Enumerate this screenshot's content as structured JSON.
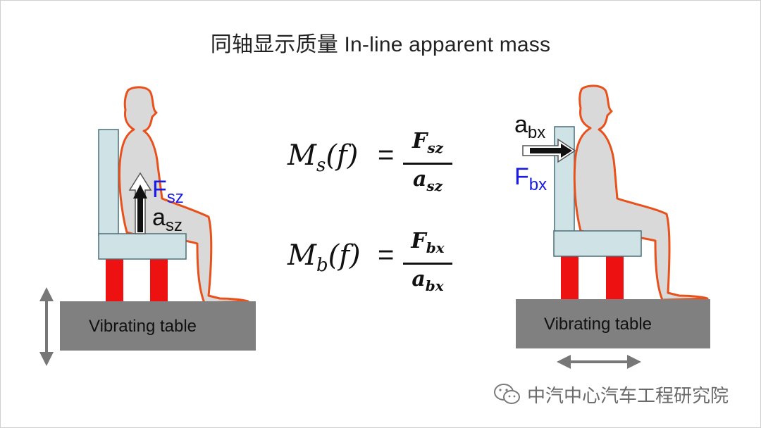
{
  "slide": {
    "title": "同轴显示质量 In-line apparent mass"
  },
  "left_diagram": {
    "table_label": "Vibrating table",
    "force_symbol": "F",
    "force_sub": "sz",
    "accel_symbol": "a",
    "accel_sub": "sz",
    "motion": "vertical"
  },
  "right_diagram": {
    "table_label": "Vibrating table",
    "force_symbol": "F",
    "force_sub": "bx",
    "accel_symbol": "a",
    "accel_sub": "bx",
    "motion": "horizontal"
  },
  "formulas": [
    {
      "lhs_symbol": "M",
      "lhs_sub": "s",
      "lhs_arg": "(f)",
      "equals": "=",
      "num_symbol": "F",
      "num_sub": "sz",
      "den_symbol": "a",
      "den_sub": "sz"
    },
    {
      "lhs_symbol": "M",
      "lhs_sub": "b",
      "lhs_arg": "(f)",
      "equals": "=",
      "num_symbol": "F",
      "num_sub": "bx",
      "den_symbol": "a",
      "den_sub": "bx"
    }
  ],
  "watermark": {
    "text": "中汽中心汽车工程研究院",
    "icon": "wechat-icon"
  },
  "colors": {
    "seat": "#cfe3e6",
    "seat_edge": "#4a6f78",
    "body_fill": "#d9d9d9",
    "body_outline": "#e8501c",
    "legs": "#ee1111",
    "table": "#808080",
    "force_label": "#1a1ae6",
    "motion_arrow": "#777777"
  }
}
